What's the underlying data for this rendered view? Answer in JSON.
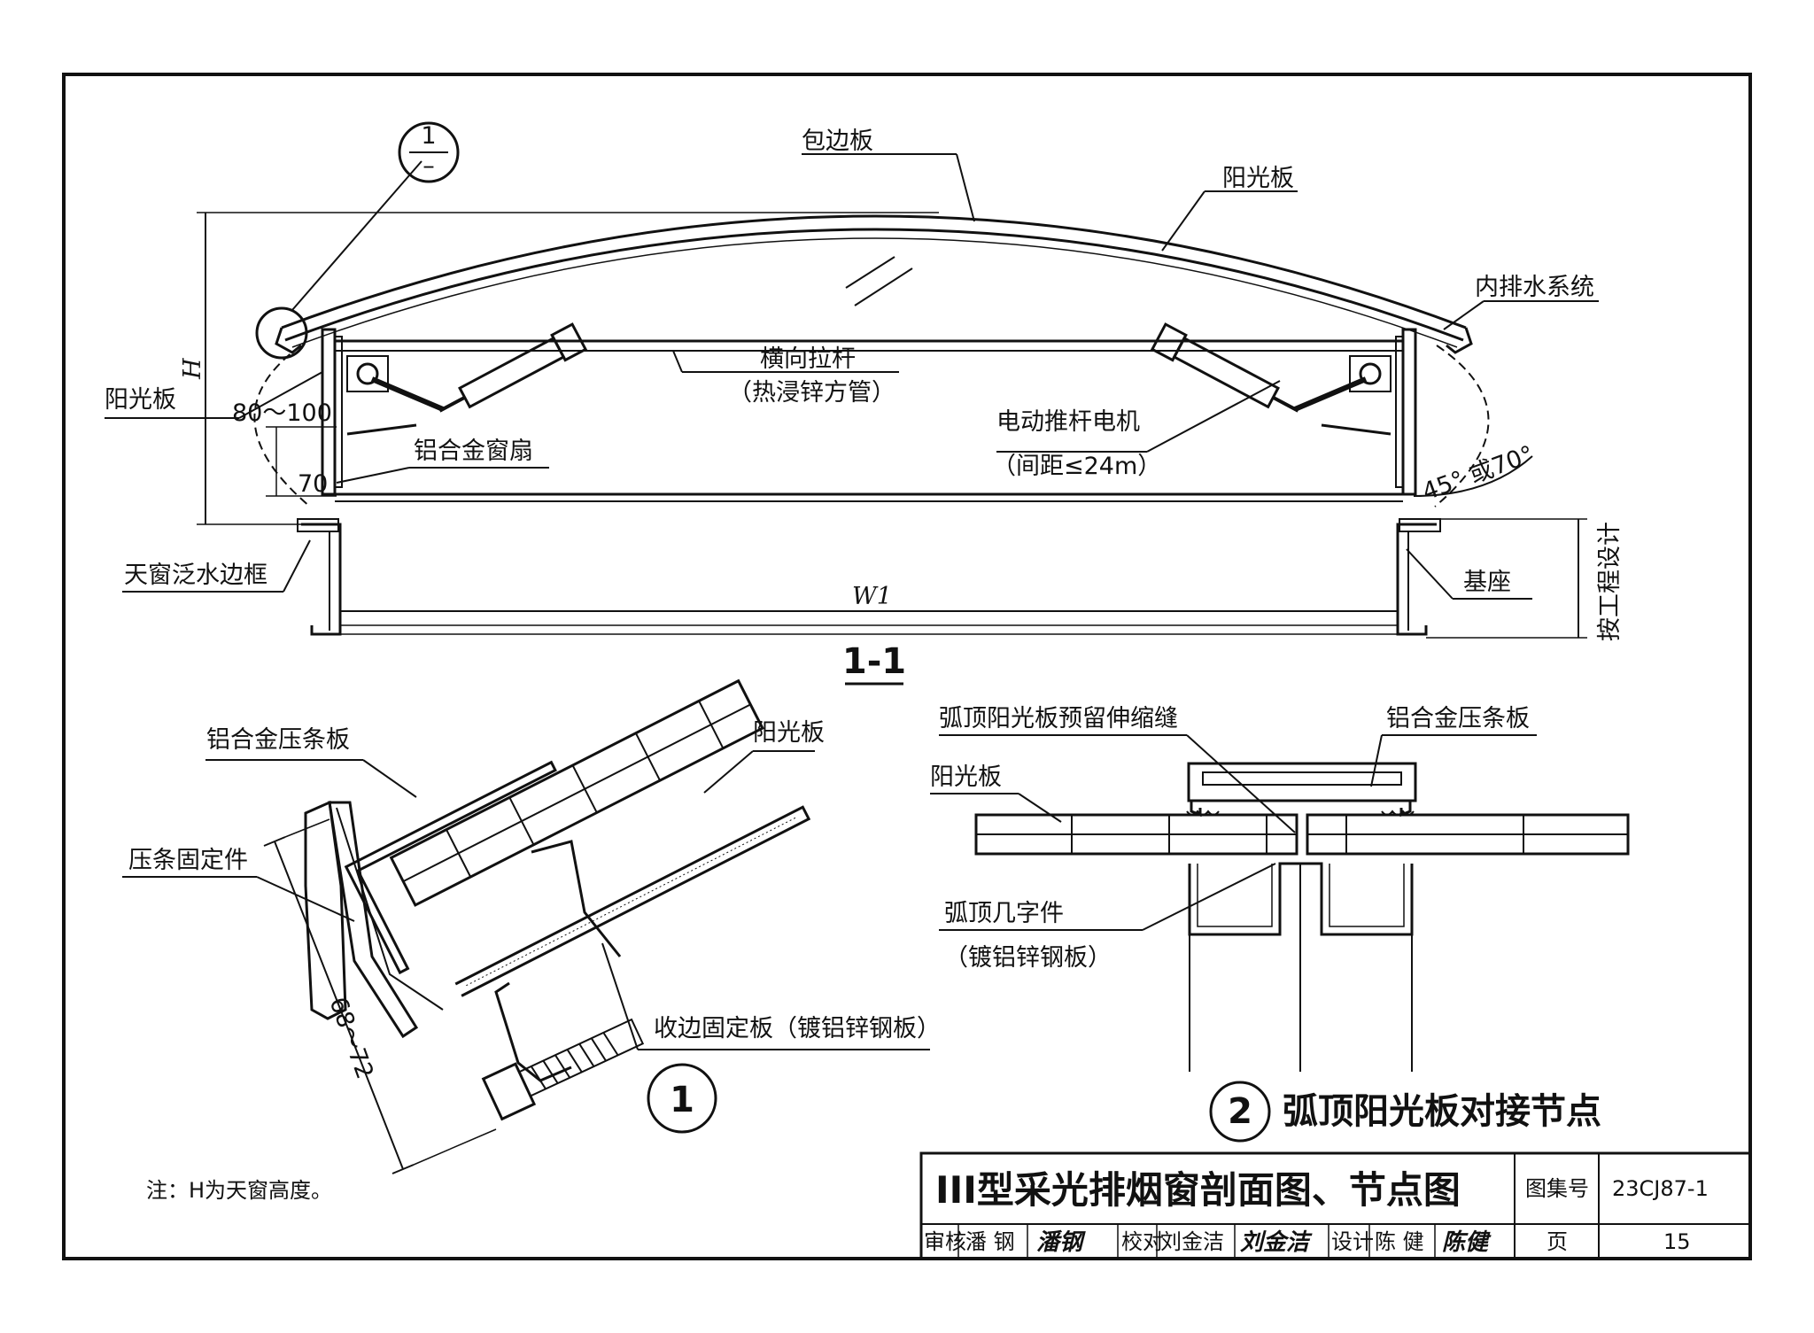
{
  "section_1_1": {
    "callout_num": "1",
    "callout_den": "–",
    "labels": {
      "edge_panel": "包边板",
      "sun_panel_top": "阳光板",
      "drainage": "内排水系统",
      "sun_panel_left": "阳光板",
      "tie_rod": "横向拉杆",
      "tie_rod_note": "（热浸锌方管）",
      "actuator": "电动推杆电机",
      "actuator_note": "（间距≤24m）",
      "sash": "铝合金窗扇",
      "flashing_frame": "天窗泛水边框",
      "base": "基座",
      "by_project": "按工程设计",
      "angle": "45° 或70°",
      "dim_80_100": "80～100",
      "dim_70": "70",
      "dim_H": "H",
      "dim_W1": "W1"
    },
    "title": "1-1"
  },
  "detail_1": {
    "labels": {
      "press_strip_plate": "铝合金压条板",
      "sun_panel": "阳光板",
      "fixing_piece": "压条固定件",
      "dim": "68～72",
      "edge_fixing_plate": "收边固定板（镀铝锌钢板）"
    },
    "number": "1"
  },
  "detail_2": {
    "labels": {
      "expansion_joint": "弧顶阳光板预留伸缩缝",
      "press_strip_plate": "铝合金压条板",
      "sun_panel": "阳光板",
      "hat_piece": "弧顶几字件",
      "hat_piece_note": "（镀铝锌钢板）"
    },
    "number": "2",
    "title": "弧顶阳光板对接节点"
  },
  "note": "注：H为天窗高度。",
  "title_block": {
    "title": "III型采光排烟窗剖面图、节点图",
    "atlas_label": "图集号",
    "atlas_no": "23CJ87-1",
    "page_label": "页",
    "page_no": "15",
    "review_label": "审核",
    "reviewer": "潘 钢",
    "reviewer_sig": "潘钢",
    "check_label": "校对",
    "checker": "刘金洁",
    "checker_sig": "刘金洁",
    "design_label": "设计",
    "designer": "陈 健",
    "designer_sig": "陈健"
  }
}
